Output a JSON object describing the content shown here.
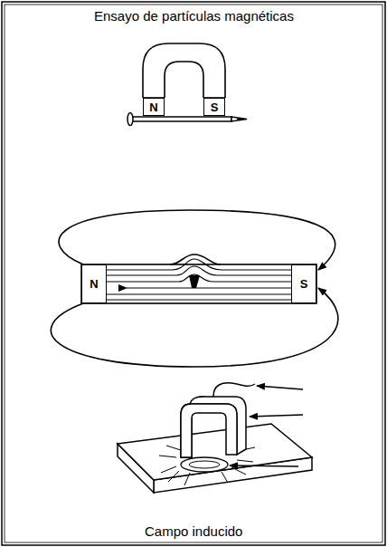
{
  "diagram": {
    "title": "Ensayo de partículas magnéticas",
    "caption": "Campo inducido",
    "nodes": [
      {
        "text": [
          "N"
        ]
      },
      {
        "text": [
          "S"
        ]
      },
      {
        "text": [
          "N"
        ]
      },
      {
        "text": [
          "S"
        ]
      }
    ]
  }
}
